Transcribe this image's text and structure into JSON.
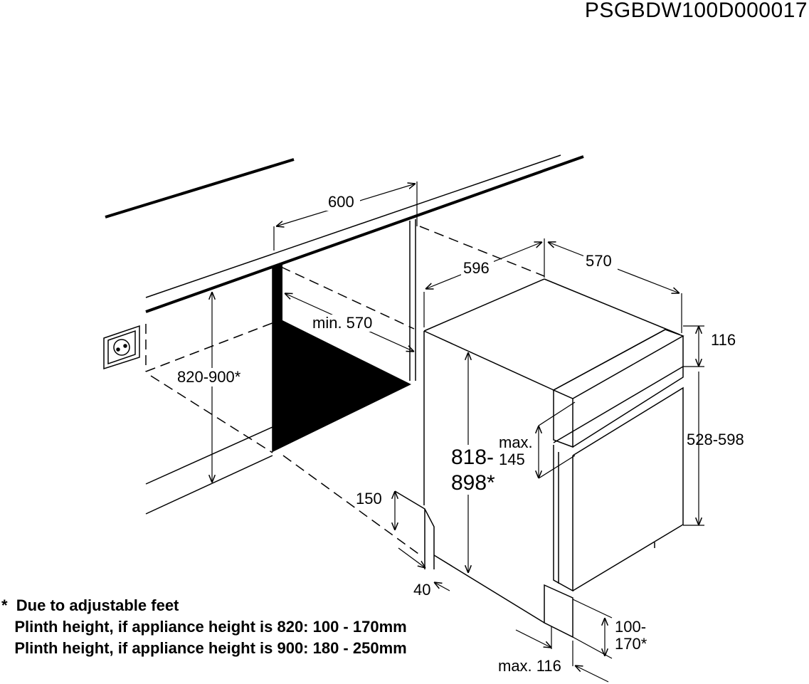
{
  "document_code": "PSGBDW100D000017",
  "dimensions": {
    "width_600": "600",
    "width_596": "596",
    "depth_570": "570",
    "min_570": "min. 570",
    "cabinet_height": "820-900*",
    "appliance_height_line1": "818-",
    "appliance_height_line2": "898*",
    "max_145_line1": "max.",
    "max_145_line2": "145",
    "panel_116": "116",
    "door_528_598": "528-598",
    "plinth_150": "150",
    "plinth_40": "40",
    "plinth_100_170_line1": "100-",
    "plinth_100_170_line2": "170*",
    "max_116": "max. 116"
  },
  "notes": {
    "line1": "*  Due to adjustable feet",
    "line2": "   Plinth height, if appliance height is 820: 100 - 170mm",
    "line3": "   Plinth height, if appliance height is 900: 180 - 250mm"
  }
}
